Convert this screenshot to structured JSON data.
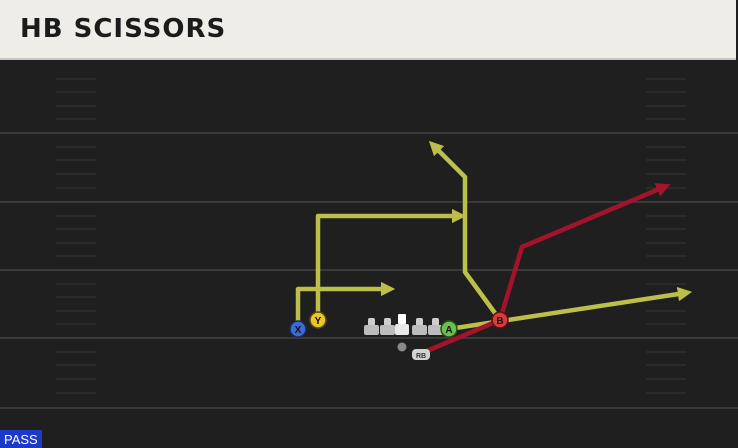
{
  "play": {
    "title": "HB SCISSORS",
    "type_badge": "PASS"
  },
  "players": {
    "x_label": "X",
    "y_label": "Y",
    "a_label": "A",
    "b_label": "B",
    "rb_label": "RB"
  },
  "colors": {
    "route_yellow": "#bcc04a",
    "route_red": "#a3142c",
    "x_button": "#3b6bd3",
    "y_button": "#e8c52a",
    "a_button": "#6cc04a",
    "b_button": "#d93a3a",
    "field_bg": "#1f1f1f",
    "header_bg": "#efede8"
  }
}
